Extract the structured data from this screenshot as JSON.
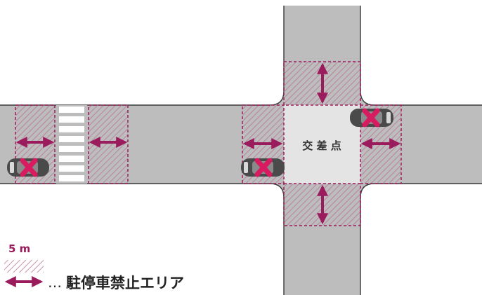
{
  "intersection_label": "交 差 点",
  "legend": {
    "distance_label": "5 m",
    "ellipsis": "…",
    "description": "駐停車禁止エリア"
  },
  "colors": {
    "road": "#bdbdbd",
    "intersection": "#e3e3e3",
    "accent": "#9b1c5c",
    "hatch": "#b86b8e",
    "crosswalk": "#ffffff",
    "car_body": "#4a4a4a",
    "cross_mark": "#d81b60"
  },
  "icons": [
    "double-arrow-icon",
    "car-icon",
    "no-parking-cross-icon",
    "crosswalk-stripes"
  ]
}
